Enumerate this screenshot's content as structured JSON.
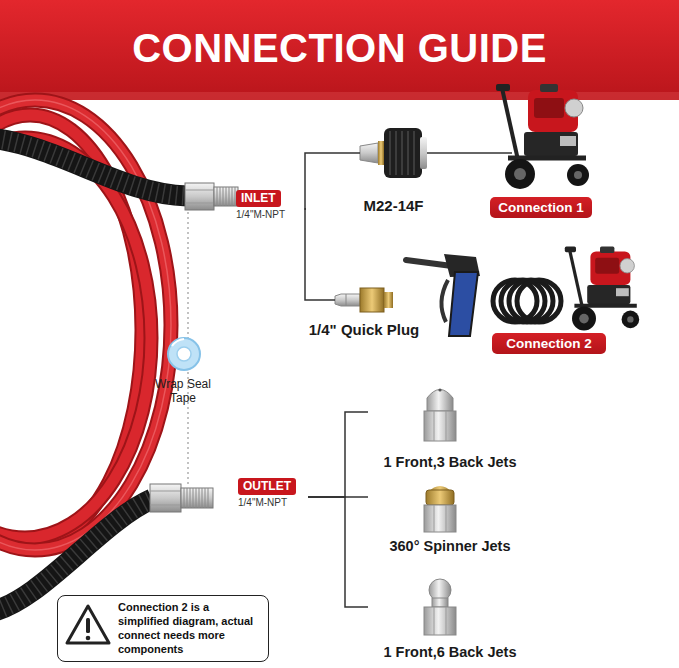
{
  "diagram": {
    "title": "CONNECTION GUIDE",
    "nodes": [
      {
        "text": [
          "INLET",
          "1/4\"M-NPT"
        ]
      },
      {
        "text": [
          "M22-14F"
        ]
      },
      {
        "text": [
          "Connection 1"
        ]
      },
      {
        "text": [
          "1/4\" Quick Plug"
        ]
      },
      {
        "text": [
          "Connection 2"
        ]
      },
      {
        "text": [
          "OUTLET",
          "1/4\"M-NPT"
        ]
      },
      {
        "text": [
          "1 Front,3 Back Jets"
        ]
      },
      {
        "text": [
          "360° Spinner Jets"
        ]
      },
      {
        "text": [
          "1 Front,6 Back Jets"
        ]
      },
      {
        "text": [
          "Connection 2 is a simplified diagram, actual connect needs more components"
        ]
      }
    ],
    "edges": [
      {
        "from": 0,
        "to": 1,
        "arrow": "none"
      },
      {
        "from": 0,
        "to": 3,
        "arrow": "none"
      },
      {
        "from": 5,
        "to": 6,
        "arrow": "none"
      },
      {
        "from": 5,
        "to": 7,
        "arrow": "none"
      },
      {
        "from": 5,
        "to": 8,
        "arrow": "none"
      }
    ],
    "labels": [
      "Wrap Seal Tape"
    ]
  }
}
